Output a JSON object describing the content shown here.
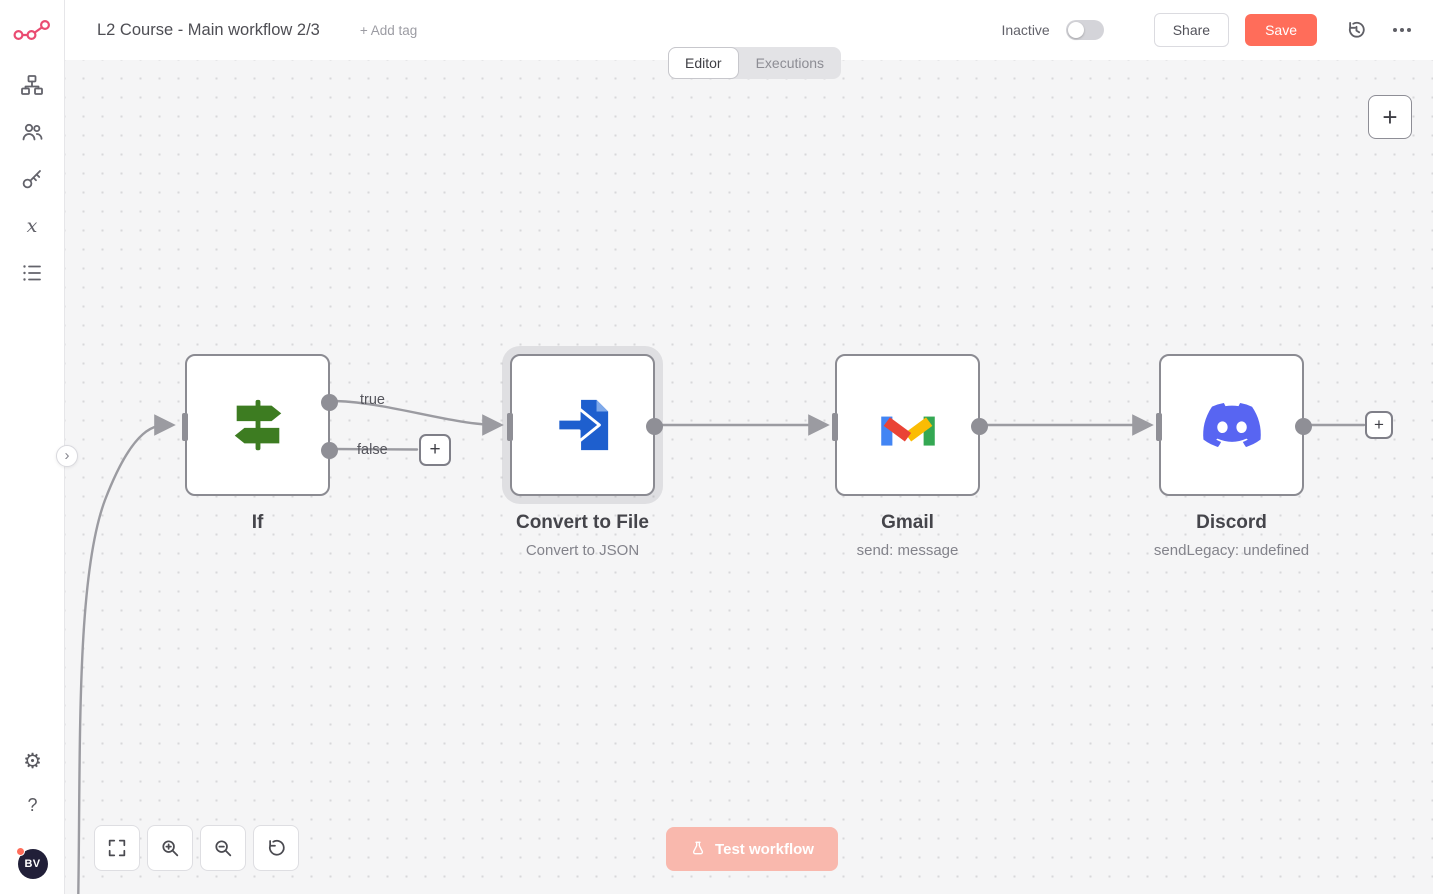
{
  "header": {
    "title": "L2 Course - Main workflow 2/3",
    "add_tag": "+ Add tag",
    "inactive_label": "Inactive",
    "share": "Share",
    "save": "Save"
  },
  "tabs": {
    "editor": "Editor",
    "executions": "Executions"
  },
  "canvas": {
    "test_workflow": "Test workflow",
    "outputs": {
      "true_label": "true",
      "false_label": "false"
    }
  },
  "nodes": [
    {
      "name": "If"
    },
    {
      "name": "Convert to File",
      "subtitle": "Convert to JSON"
    },
    {
      "name": "Gmail",
      "subtitle": "send: message"
    },
    {
      "name": "Discord",
      "subtitle": "sendLegacy: undefined"
    }
  ],
  "user": {
    "initials": "BV"
  },
  "icons": {
    "plus": "+",
    "gear": "⚙",
    "help": "?",
    "chevron_right": "›",
    "variables": "x"
  },
  "colors": {
    "accent": "#ff6d5a",
    "logo_pink": "#ea4b71",
    "canvas_bg": "#f5f5f6",
    "node_border": "#8b8b92",
    "connection_gray": "#9b9ba1",
    "if_green": "#3d7c21",
    "file_blue": "#1e5fce",
    "discord_blurple": "#5865f2",
    "gmail_blue": "#4285f4",
    "gmail_red": "#ea4335",
    "gmail_yellow": "#fbbc04",
    "gmail_green": "#34a853"
  }
}
